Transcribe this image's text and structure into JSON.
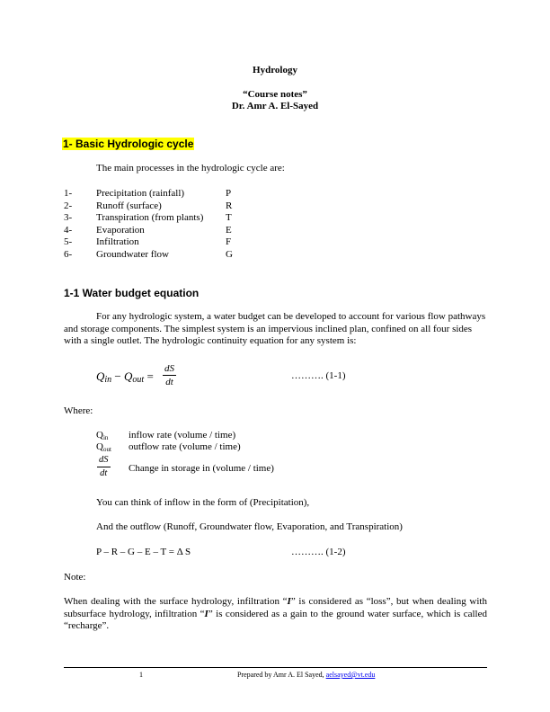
{
  "header": {
    "title": "Hydrology",
    "subtitle": "“Course notes”",
    "author": "Dr. Amr A. El-Sayed"
  },
  "section1": {
    "heading": "1- Basic Hydrologic cycle",
    "heading_highlight_color": "#ffff00",
    "intro": "The main processes in the hydrologic cycle are:",
    "processes": [
      {
        "num": "1-",
        "name": "Precipitation (rainfall)",
        "symbol": "P"
      },
      {
        "num": "2-",
        "name": "Runoff (surface)",
        "symbol": "R"
      },
      {
        "num": "3-",
        "name": "Transpiration (from plants)",
        "symbol": "T"
      },
      {
        "num": "4-",
        "name": "Evaporation",
        "symbol": "E"
      },
      {
        "num": "5-",
        "name": "Infiltration",
        "symbol": "F"
      },
      {
        "num": "6-",
        "name": "Groundwater flow",
        "symbol": "G"
      }
    ]
  },
  "section1_1": {
    "heading": "1-1 Water budget equation",
    "paragraph": "For any hydrologic system, a water budget can be developed to account for various flow pathways and storage components. The simplest system is an impervious inclined plan, confined on all four sides with a single outlet. The hydrologic continuity equation for any system is:",
    "equation1": {
      "q": "Q",
      "in": "in",
      "minus": " − ",
      "out": "out",
      "equals": " = ",
      "num": "dS",
      "den": "dt",
      "label": "………. (1-1)"
    },
    "where_label": "Where:",
    "definitions": [
      {
        "symbol": "Q",
        "sub": "in",
        "text": "inflow rate (volume / time)"
      },
      {
        "symbol": "Q",
        "sub": "out",
        "text": "outflow rate (volume / time)"
      },
      {
        "symbol_num": "dS",
        "symbol_den": "dt",
        "text": "Change in storage in (volume / time)"
      }
    ],
    "inflow_text": "You can think of inflow in the form of (Precipitation),",
    "outflow_text": "And the outflow (Runoff, Groundwater flow, Evaporation, and Transpiration)",
    "equation2": {
      "text": "P – R – G – E – T = Δ S",
      "label": "………. (1-2)"
    },
    "note_label": "Note:",
    "note_part1": "When dealing with the surface hydrology, infiltration “",
    "note_I1": "I",
    "note_part2": "” is considered as “loss”, but when dealing with subsurface hydrology, infiltration “",
    "note_I2": "I",
    "note_part3": "” is considered as a gain to the ground water surface, which is called “recharge”."
  },
  "footer": {
    "page_number": "1",
    "prepared_by": "Prepared by Amr A. El Sayed, ",
    "email": "aelsayed@vt.edu",
    "link_color": "#0000ee"
  }
}
